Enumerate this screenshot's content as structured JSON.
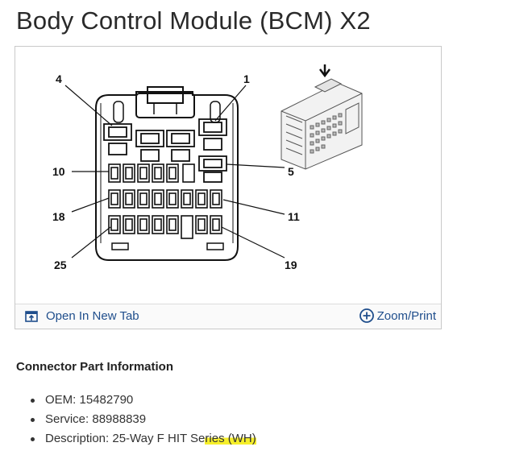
{
  "page": {
    "title": "Body Control Module (BCM) X2"
  },
  "figure": {
    "pin_labels": [
      "4",
      "1",
      "10",
      "5",
      "18",
      "11",
      "25",
      "19"
    ],
    "toolbar": {
      "open_new_tab": "Open In New Tab",
      "zoom_print": "Zoom/Print"
    },
    "colors": {
      "link": "#1f4e8c",
      "highlight": "#f6ef2a"
    }
  },
  "connector_info": {
    "heading": "Connector Part Information",
    "oem_label": "OEM: ",
    "oem_value": "15482790",
    "service_label": "Service: ",
    "service_value": "88988839",
    "description_label": "Description: ",
    "description_plain": "25-Way F HIT Se",
    "description_highlighted": "ries (WH)"
  }
}
